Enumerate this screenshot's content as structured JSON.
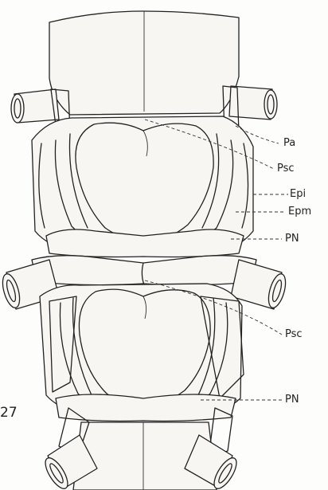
{
  "figure": {
    "fig_number": "27",
    "labels": {
      "pa": "Pa",
      "psc_upper": "Psc",
      "epi": "Epi",
      "epm": "Epm",
      "pn_upper": "PN",
      "psc_lower": "Psc",
      "pn_lower": "PN"
    }
  }
}
